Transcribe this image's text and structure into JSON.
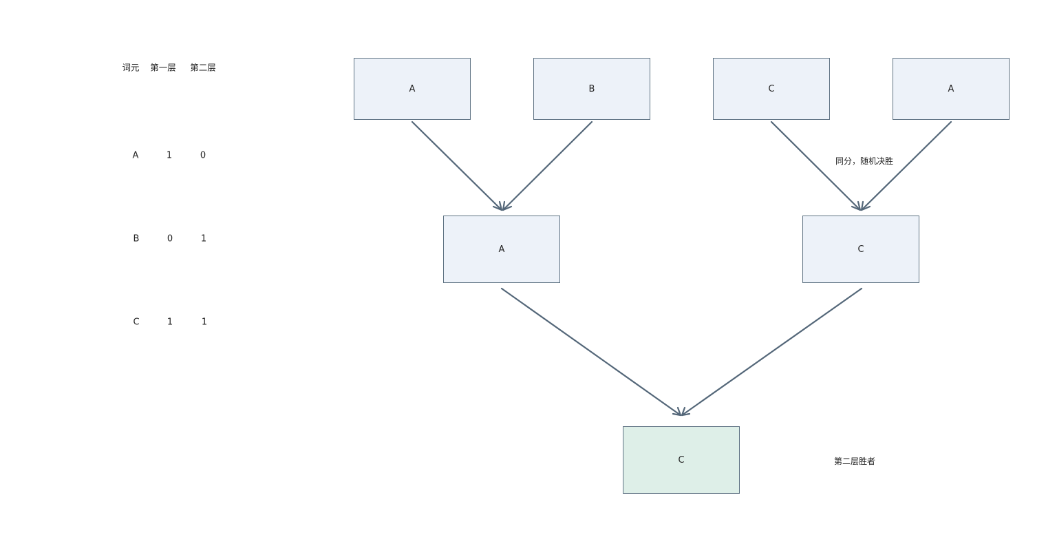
{
  "colors": {
    "box_fill": "#edf2f9",
    "winner_fill": "#deefe8",
    "box_border": "#5d7182",
    "arrow": "#546779"
  },
  "table": {
    "headers": [
      "词元",
      "第一层",
      "第二层"
    ],
    "rows": [
      [
        "A",
        "1",
        "0"
      ],
      [
        "B",
        "0",
        "1"
      ],
      [
        "C",
        "1",
        "1"
      ]
    ]
  },
  "tree": {
    "level0": [
      "A",
      "B",
      "C",
      "A"
    ],
    "level1": [
      "A",
      "C"
    ],
    "level2": [
      "C"
    ]
  },
  "annotations": {
    "tie": "同分，随机决胜",
    "winner": "第二层胜者"
  }
}
